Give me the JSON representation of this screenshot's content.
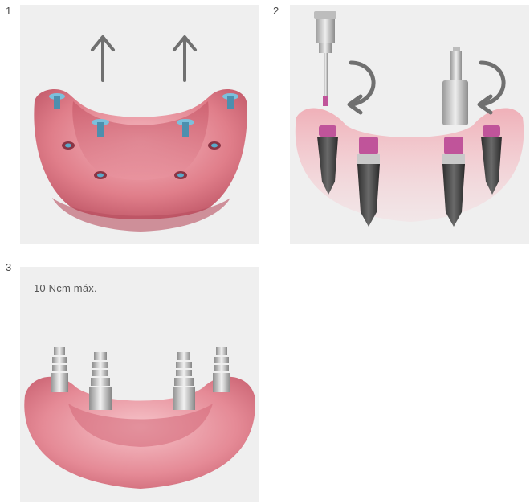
{
  "steps": [
    {
      "number": "1"
    },
    {
      "number": "2"
    },
    {
      "number": "3",
      "note": "10 Ncm máx."
    }
  ],
  "colors": {
    "panel_bg": "#efefef",
    "gum": "#e07e8a",
    "gum_dark": "#c95a6a",
    "gum_light": "#f3b5bc",
    "abutment_blue": "#5aa9c9",
    "implant_dark": "#4a4a4a",
    "collar_magenta": "#c0549a",
    "metal_silver": "#c9c9c9",
    "arrow_gray": "#707070"
  },
  "icons": [
    "up-arrow-icon",
    "rotate-arrow-icon"
  ]
}
